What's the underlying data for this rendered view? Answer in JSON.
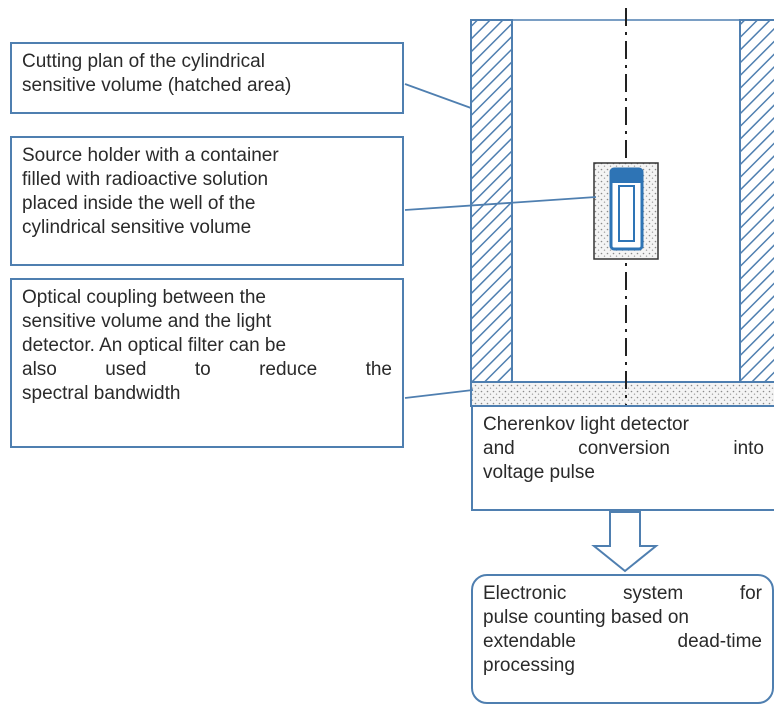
{
  "callouts": {
    "cutting_plan": {
      "lines": [
        "Cutting plan of the cylindrical",
        "sensitive volume (hatched area)"
      ]
    },
    "source_holder": {
      "lines": [
        "Source holder with a container",
        "filled with radioactive solution",
        "placed inside the well of the",
        "cylindrical sensitive volume"
      ]
    },
    "optical_coupling": {
      "lines": [
        "Optical coupling between the",
        "sensitive volume and the light",
        "detector. An optical filter can be",
        "also used to reduce the",
        "spectral bandwidth"
      ]
    },
    "light_detector": {
      "lines": [
        "Cherenkov light detector",
        "and conversion into",
        "voltage pulse"
      ]
    },
    "electronic_system": {
      "lines": [
        "Electronic system for",
        "pulse counting based on",
        "extendable dead-time",
        "processing"
      ]
    }
  },
  "colors": {
    "outline": "#4f7fb0",
    "hatch": "#4f7fb0",
    "container": "#2e74b5"
  }
}
